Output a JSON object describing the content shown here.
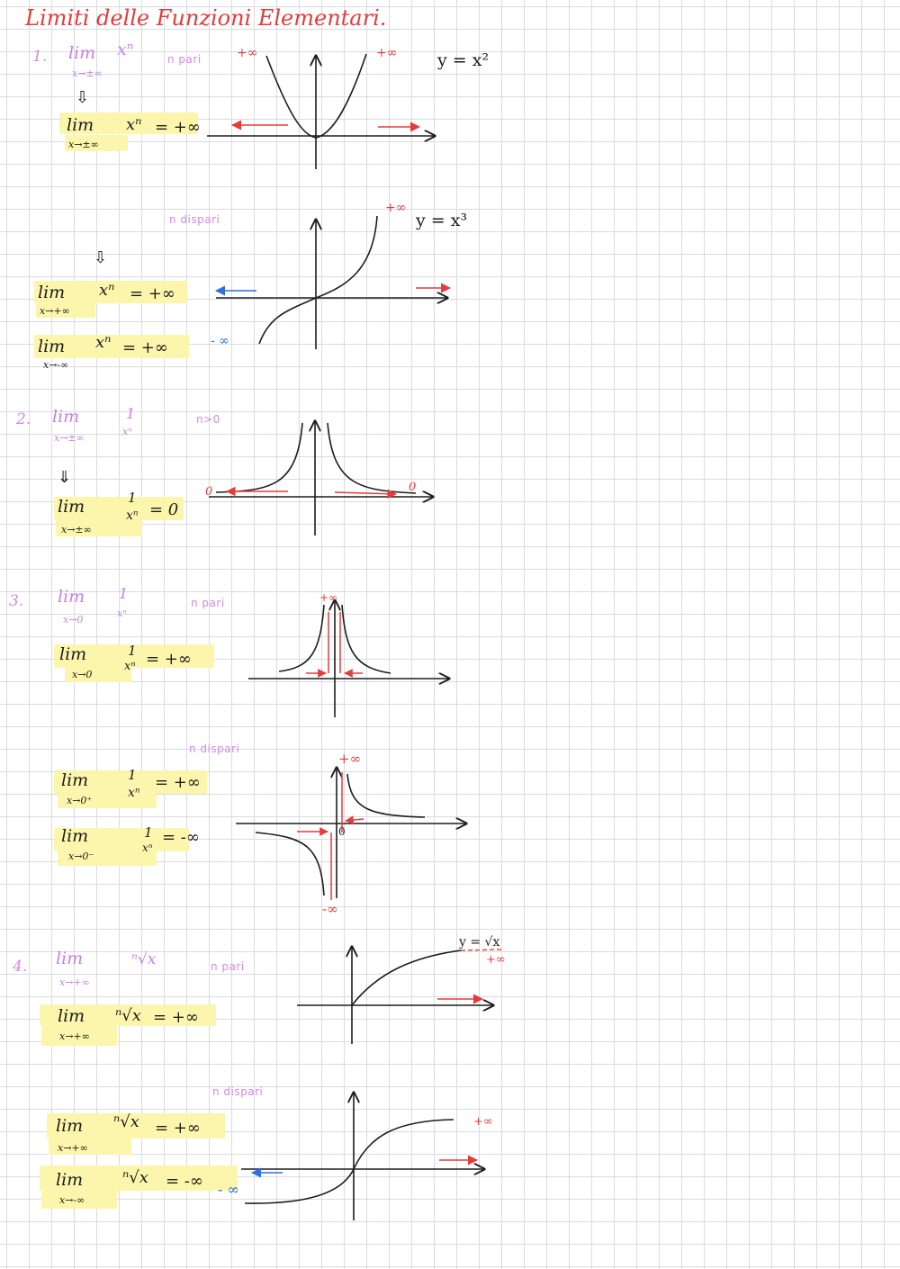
{
  "title": "Limiti delle Funzioni Elementari.",
  "s1": {
    "num": "1.",
    "lim_word": "lim",
    "lim_sub": "x→±∞",
    "fn": "xⁿ",
    "cond_pari": "n pari",
    "arrow": "⇩",
    "res_sub": "x→±∞",
    "res_fn": "xⁿ",
    "res_val": "= +∞",
    "graph_plus_left": "+∞",
    "graph_plus_right": "+∞",
    "graph_label": "y = x²",
    "cond_dispari": "n dispari",
    "arrow2": "⇩",
    "r1_sub": "x→+∞",
    "r1_fn": "xⁿ",
    "r1_val": "= +∞",
    "r2_sub": "x→-∞",
    "r2_fn": "xⁿ",
    "r2_val": "= +∞",
    "g2_plus": "+∞",
    "g2_minus": "- ∞",
    "g2_label": "y = x³"
  },
  "s2": {
    "num": "2.",
    "lim_word": "lim",
    "lim_sub": "x→±∞",
    "fn_num": "1",
    "fn_den": "xⁿ",
    "cond": "n>0",
    "arrow": "⇓",
    "res_sub": "x→±∞",
    "res_num": "1",
    "res_den": "xⁿ",
    "res_val": "= 0",
    "g_left": "0",
    "g_right": "0"
  },
  "s3": {
    "num": "3.",
    "lim_word": "lim",
    "lim_sub": "x→0",
    "fn_num": "1",
    "fn_den": "xⁿ",
    "cond_pari": "n pari",
    "res_sub": "x→0",
    "res_num": "1",
    "res_den": "xⁿ",
    "res_val": "= +∞",
    "g1_plus": "+∞",
    "cond_dispari": "n dispari",
    "r1_sub": "x→0⁺",
    "r1_num": "1",
    "r1_den": "xⁿ",
    "r1_val": "= +∞",
    "r2_sub": "x→0⁻",
    "r2_num": "1",
    "r2_den": "xⁿ",
    "r2_val": "= -∞",
    "g2_plus": "+∞",
    "g2_minus": "-∞",
    "g2_zero": "0"
  },
  "s4": {
    "num": "4.",
    "lim_word": "lim",
    "lim_sub": "x→+∞",
    "fn": "ⁿ√x",
    "cond_pari": "n pari",
    "res_sub": "x→+∞",
    "res_fn": "ⁿ√x",
    "res_val": "= +∞",
    "g1_label": "y = √x",
    "g1_plus": "+∞",
    "cond_dispari": "n dispari",
    "r1_sub": "x→+∞",
    "r1_fn": "ⁿ√x",
    "r1_val": "= +∞",
    "r2_sub": "x→-∞",
    "r2_fn": "ⁿ√x",
    "r2_val": "= -∞",
    "g2_plus": "+∞",
    "g2_minus": "- ∞"
  },
  "colors": {
    "title": "#e53b3b",
    "violet": "#d487e6",
    "highlight": "#fbf6a6",
    "ink": "#1d1d1d",
    "red_arrow": "#e53b3b",
    "blue_arrow": "#2d6fe0",
    "grid": "#d9dbe2"
  }
}
